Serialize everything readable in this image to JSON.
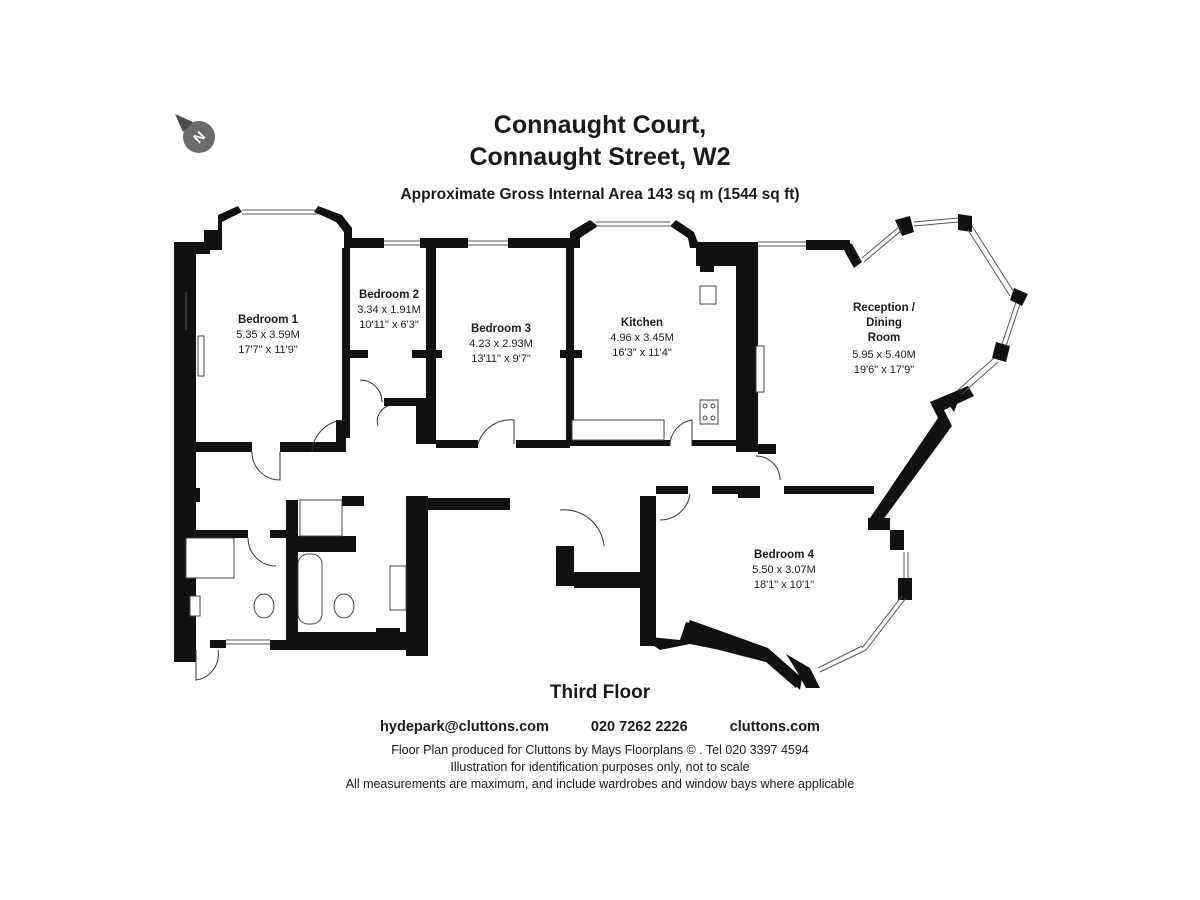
{
  "header": {
    "title_line1": "Connaught Court,",
    "title_line2": "Connaught Street, W2",
    "area": "Approximate Gross Internal Area  143 sq m  (1544 sq ft)"
  },
  "compass": {
    "label": "N"
  },
  "rooms": [
    {
      "name": "Bedroom 1",
      "metric": "5.35 x 3.59M",
      "imperial": "17'7\" x 11'9\""
    },
    {
      "name": "Bedroom 2",
      "metric": "3.34 x 1.91M",
      "imperial": "10'11\" x 6'3\""
    },
    {
      "name": "Bedroom 3",
      "metric": "4.23 x 2.93M",
      "imperial": "13'11\" x 9'7\""
    },
    {
      "name": "Kitchen",
      "metric": "4.96 x 3.45M",
      "imperial": "16'3\" x 11'4\""
    },
    {
      "name_lines": [
        "Reception /",
        "Dining",
        "Room"
      ],
      "metric": "5.95 x 5.40M",
      "imperial": "19'6\" x 17'9\""
    },
    {
      "name": "Bedroom 4",
      "metric": "5.50 x 3.07M",
      "imperial": "18'1\" x 10'1\""
    }
  ],
  "floor_label": "Third Floor",
  "contacts": {
    "email": "hydepark@cluttons.com",
    "phone": "020 7262 2226",
    "website": "cluttons.com"
  },
  "notes": {
    "line1": "Floor Plan produced for Cluttons by Mays Floorplans  ©  . Tel 020 3397 4594",
    "line2": "Illustration for identification purposes only, not to scale",
    "line3": "All measurements are maximum, and include wardrobes and window bays where applicable"
  }
}
